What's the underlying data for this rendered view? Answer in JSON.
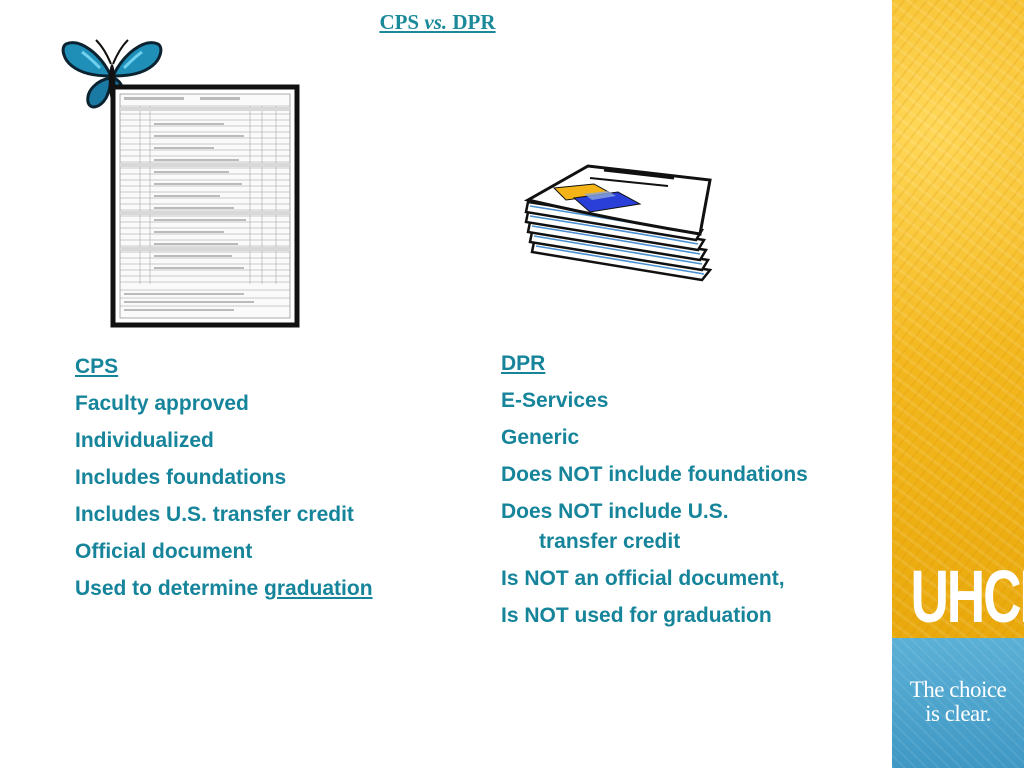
{
  "title": {
    "prefix": "CPS ",
    "italic": "vs.",
    "suffix": " DPR"
  },
  "left_column": {
    "heading": "CPS",
    "items": [
      "Faculty approved",
      "Individualized",
      "Includes foundations",
      "Includes U.S. transfer credit",
      "Official document"
    ],
    "last_prefix": "Used to determine ",
    "last_link": "graduation"
  },
  "right_column": {
    "heading": "DPR",
    "items": [
      "E-Services",
      "Generic",
      "Does NOT include foundations"
    ],
    "wrapped_line1": "Does NOT include U.S.",
    "wrapped_line2": "transfer credit",
    "tail_items": [
      "Is NOT  an official document,",
      "Is NOT used for graduation"
    ]
  },
  "brand": {
    "logo": "UHCL",
    "tagline_line1": "The choice",
    "tagline_line2": "is clear."
  },
  "icons": {
    "butterfly": "butterfly-clipart",
    "document": "degree-plan-document",
    "papers": "paper-stack-clipart"
  },
  "colors": {
    "text": "#16849a",
    "title": "#1a8a9a",
    "sidebar_yellow": "#f3b81f",
    "sidebar_blue": "#4aa3cf"
  }
}
